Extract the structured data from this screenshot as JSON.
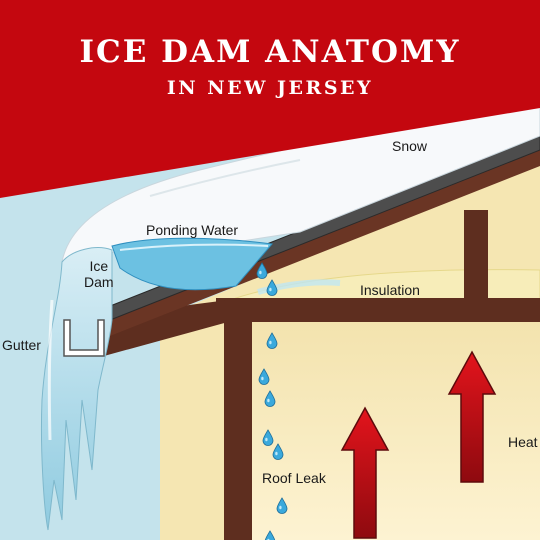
{
  "banner": {
    "title": "ICE DAM ANATOMY",
    "subtitle": "IN NEW JERSEY",
    "color": "#c4070f"
  },
  "labels": {
    "snow": "Snow",
    "ponding_water": "Ponding Water",
    "ice_dam_line1": "Ice",
    "ice_dam_line2": "Dam",
    "insulation": "Insulation",
    "gutter": "Gutter",
    "roof_leak": "Roof Leak",
    "heat": "Heat"
  },
  "colors": {
    "sky": "#bfe0ea",
    "attic": "#f6e7b4",
    "wall": "#faeec2",
    "rafter": "#5e2e1f",
    "shingle": "#4a4a4a",
    "snow": "#f7f9fb",
    "ice": "#9fd3e4",
    "water": "#5ab8dc",
    "arrow": "#d6141a"
  },
  "icons": [
    "water-drop-icon",
    "heat-arrow-icon"
  ]
}
